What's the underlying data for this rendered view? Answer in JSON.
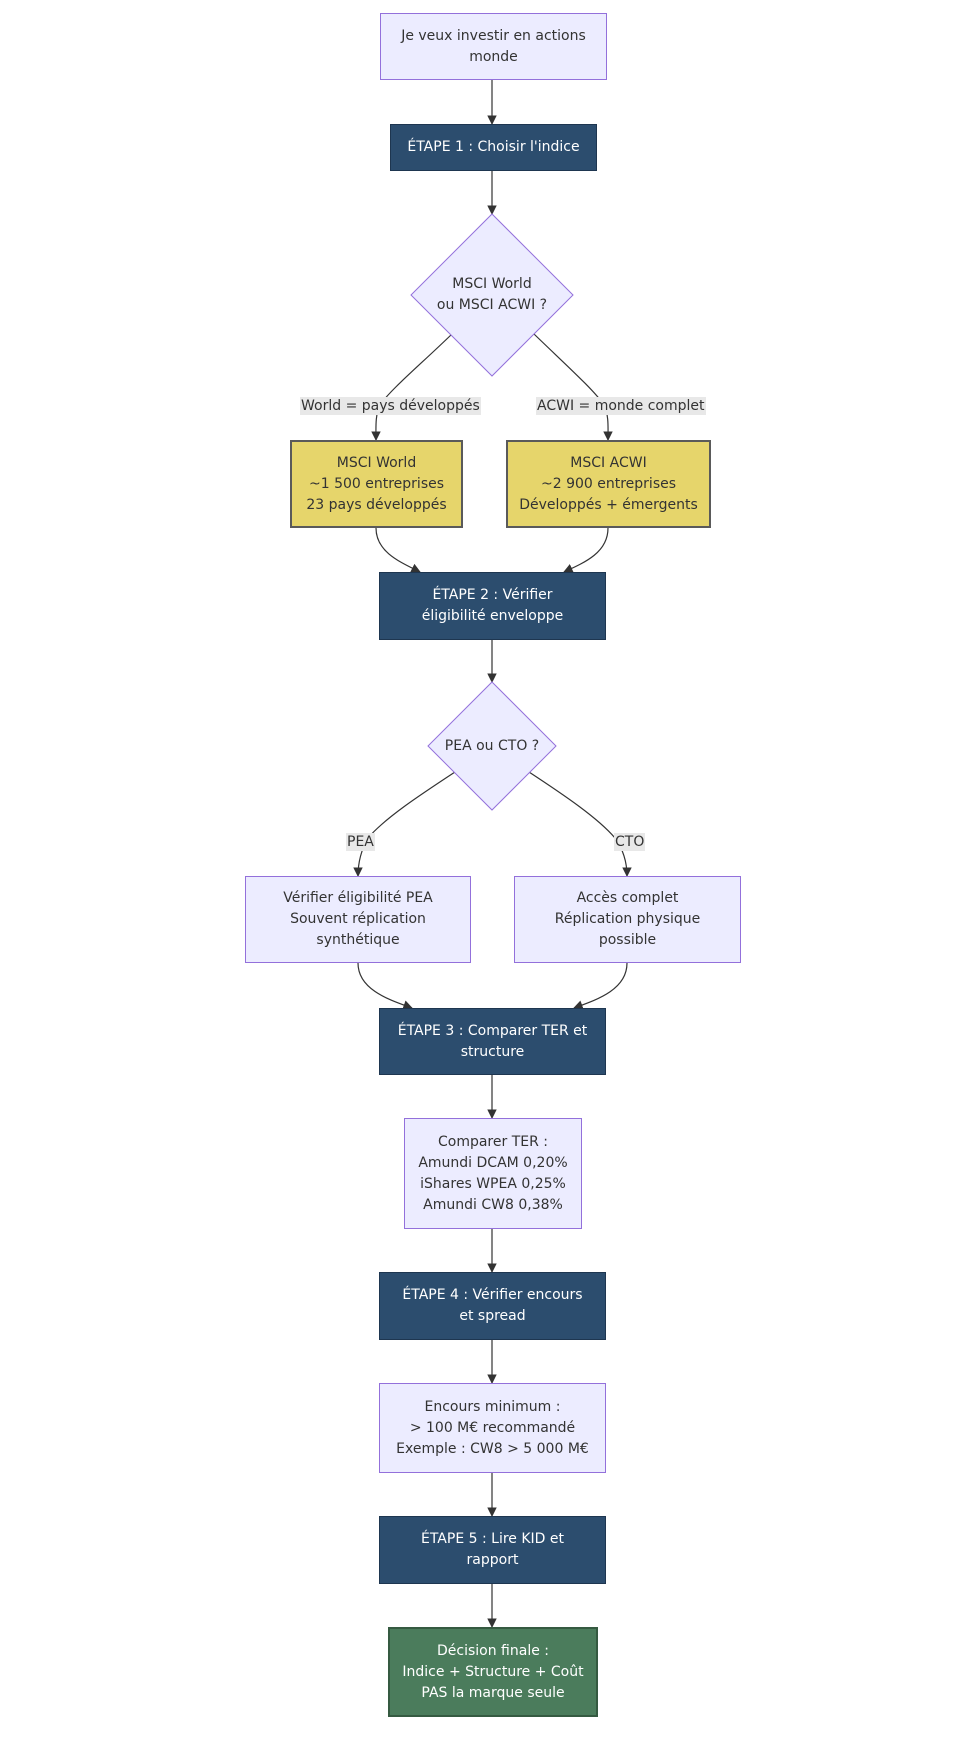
{
  "nodes": {
    "start": [
      "Je veux investir en actions",
      "monde"
    ],
    "step1": [
      "ÉTAPE 1 : Choisir l'indice"
    ],
    "q_index": [
      "MSCI World",
      "ou MSCI ACWI ?"
    ],
    "world": [
      "MSCI World",
      "~1 500 entreprises",
      "23 pays développés"
    ],
    "acwi": [
      "MSCI ACWI",
      "~2 900 entreprises",
      "Développés + émergents"
    ],
    "step2": [
      "ÉTAPE 2 : Vérifier",
      "éligibilité enveloppe"
    ],
    "q_env": [
      "PEA ou CTO ?"
    ],
    "pea": [
      "Vérifier éligibilité PEA",
      "Souvent réplication",
      "synthétique"
    ],
    "cto": [
      "Accès complet",
      "Réplication physique",
      "possible"
    ],
    "step3": [
      "ÉTAPE 3 : Comparer TER et",
      "structure"
    ],
    "ter": [
      "Comparer TER :",
      "Amundi DCAM 0,20%",
      "iShares WPEA 0,25%",
      "Amundi CW8 0,38%"
    ],
    "step4": [
      "ÉTAPE 4 : Vérifier encours",
      "et spread"
    ],
    "encours": [
      "Encours minimum :",
      "> 100 M€ recommandé",
      "Exemple : CW8 > 5 000 M€"
    ],
    "step5": [
      "ÉTAPE 5 : Lire KID et",
      "rapport"
    ],
    "final": [
      "Décision finale :",
      "Indice + Structure + Coût",
      "PAS la marque seule"
    ]
  },
  "edge_labels": {
    "world": "World = pays développés",
    "acwi": "ACWI = monde complet",
    "pea": "PEA",
    "cto": "CTO"
  },
  "colors": {
    "node_fill": "#ECECFF",
    "node_border": "#9370DB",
    "step_fill": "#2C4D6E",
    "highlight_fill": "#E6D56B",
    "final_fill": "#4B7C5C",
    "edge": "#333333"
  }
}
